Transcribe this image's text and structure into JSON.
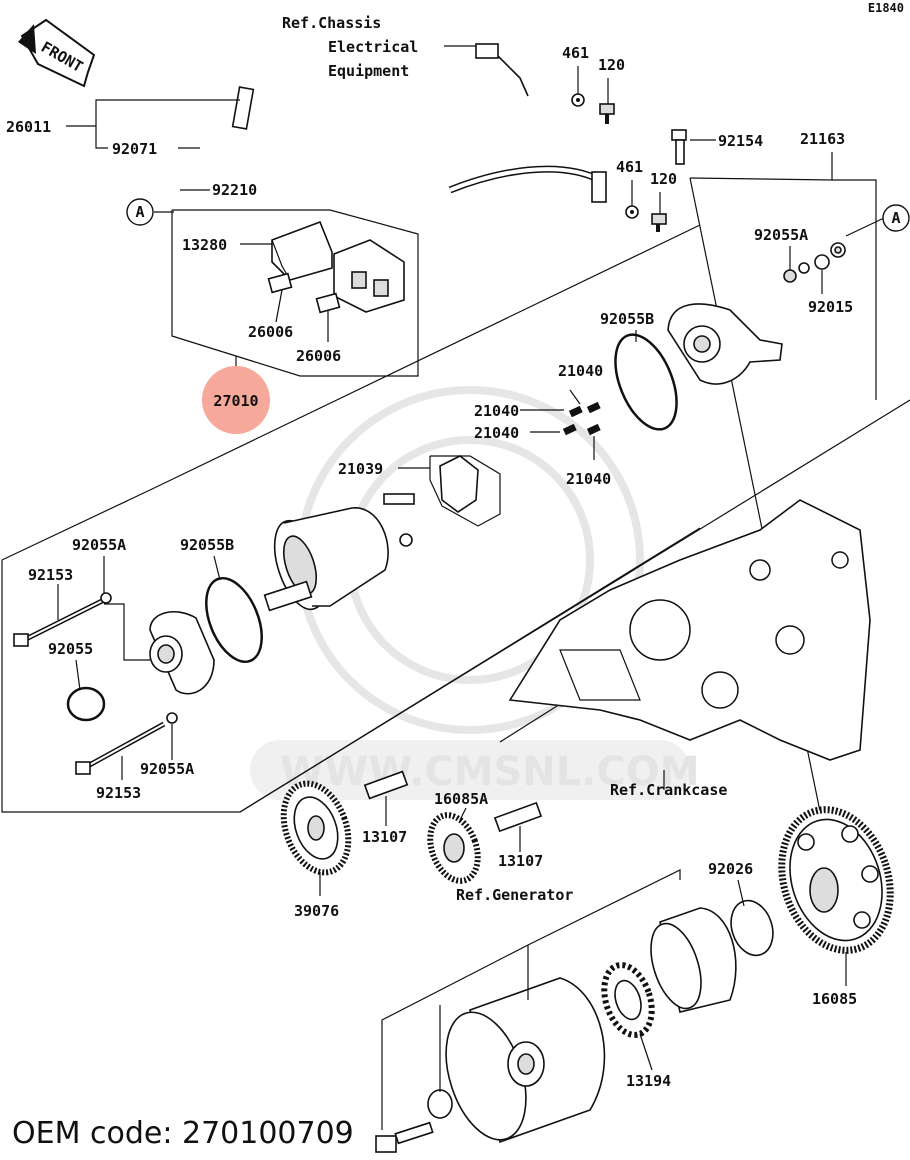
{
  "diagram_code": "E1840",
  "front_label": "FRONT",
  "refs": {
    "chassis_line1": "Ref.Chassis",
    "chassis_line2": "Electrical",
    "chassis_line3": "Equipment",
    "crankcase": "Ref.Crankcase",
    "generator": "Ref.Generator"
  },
  "markers": {
    "a1": "A",
    "a2": "A"
  },
  "parts": {
    "p26011": "26011",
    "p92071": "92071",
    "p92210": "92210",
    "p13280": "13280",
    "p26006a": "26006",
    "p26006b": "26006",
    "p27010": "27010",
    "p461a": "461",
    "p120a": "120",
    "p461b": "461",
    "p120b": "120",
    "p92154": "92154",
    "p21163": "21163",
    "p92055A_top": "92055A",
    "p92015": "92015",
    "p92055B_top": "92055B",
    "p21040a": "21040",
    "p21040b": "21040",
    "p21040c": "21040",
    "p21040d": "21040",
    "p21039": "21039",
    "p92055A_l": "92055A",
    "p92055B_m": "92055B",
    "p92153a": "92153",
    "p92055": "92055",
    "p92153b": "92153",
    "p92055A_b": "92055A",
    "p13107a": "13107",
    "p16085A": "16085A",
    "p13107b": "13107",
    "p39076": "39076",
    "p92026": "92026",
    "p16085": "16085",
    "p13194": "13194"
  },
  "highlight_color": "#f6a89a",
  "oem_code": "OEM code: 270100709"
}
